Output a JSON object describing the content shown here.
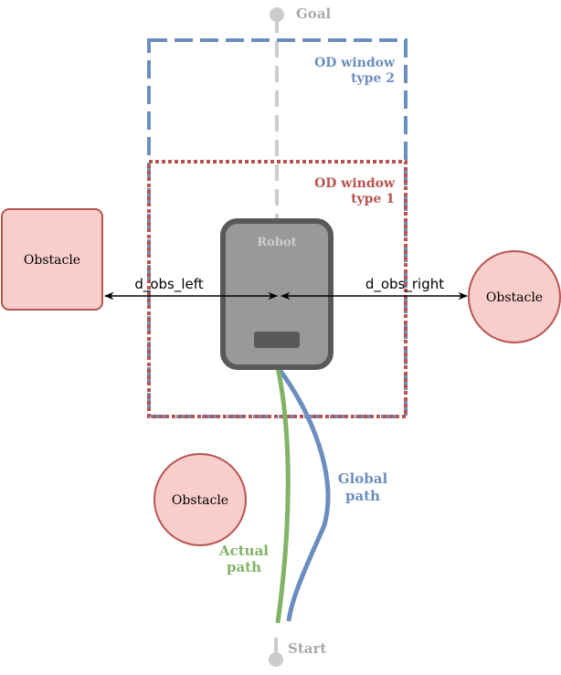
{
  "labels": {
    "goal": "Goal",
    "start": "Start",
    "od_window_type2_line1": "OD window",
    "od_window_type2_line2": "type 2",
    "od_window_type1_line1": "OD window",
    "od_window_type1_line2": "type 1",
    "robot": "Robot",
    "obstacle_left": "Obstacle",
    "obstacle_right": "Obstacle",
    "obstacle_bottom": "Obstacle",
    "d_obs_left": "d_obs_left",
    "d_obs_right": "d_obs_right",
    "global_path_line1": "Global",
    "global_path_line2": "path",
    "actual_path_line1": "Actual",
    "actual_path_line2": "path"
  },
  "colors": {
    "guide_gray": "#cccccc",
    "label_gray": "#aaaaaa",
    "od_type2": "#6c8ebf",
    "od_type1": "#b85450",
    "robot_body": "#999999",
    "robot_border": "#595959",
    "robot_slot": "#595959",
    "obstacle_fill": "#f8cecc",
    "obstacle_stroke": "#b85450",
    "global_path": "#6c8ebf",
    "actual_path": "#82b366",
    "arrow": "#000000"
  }
}
